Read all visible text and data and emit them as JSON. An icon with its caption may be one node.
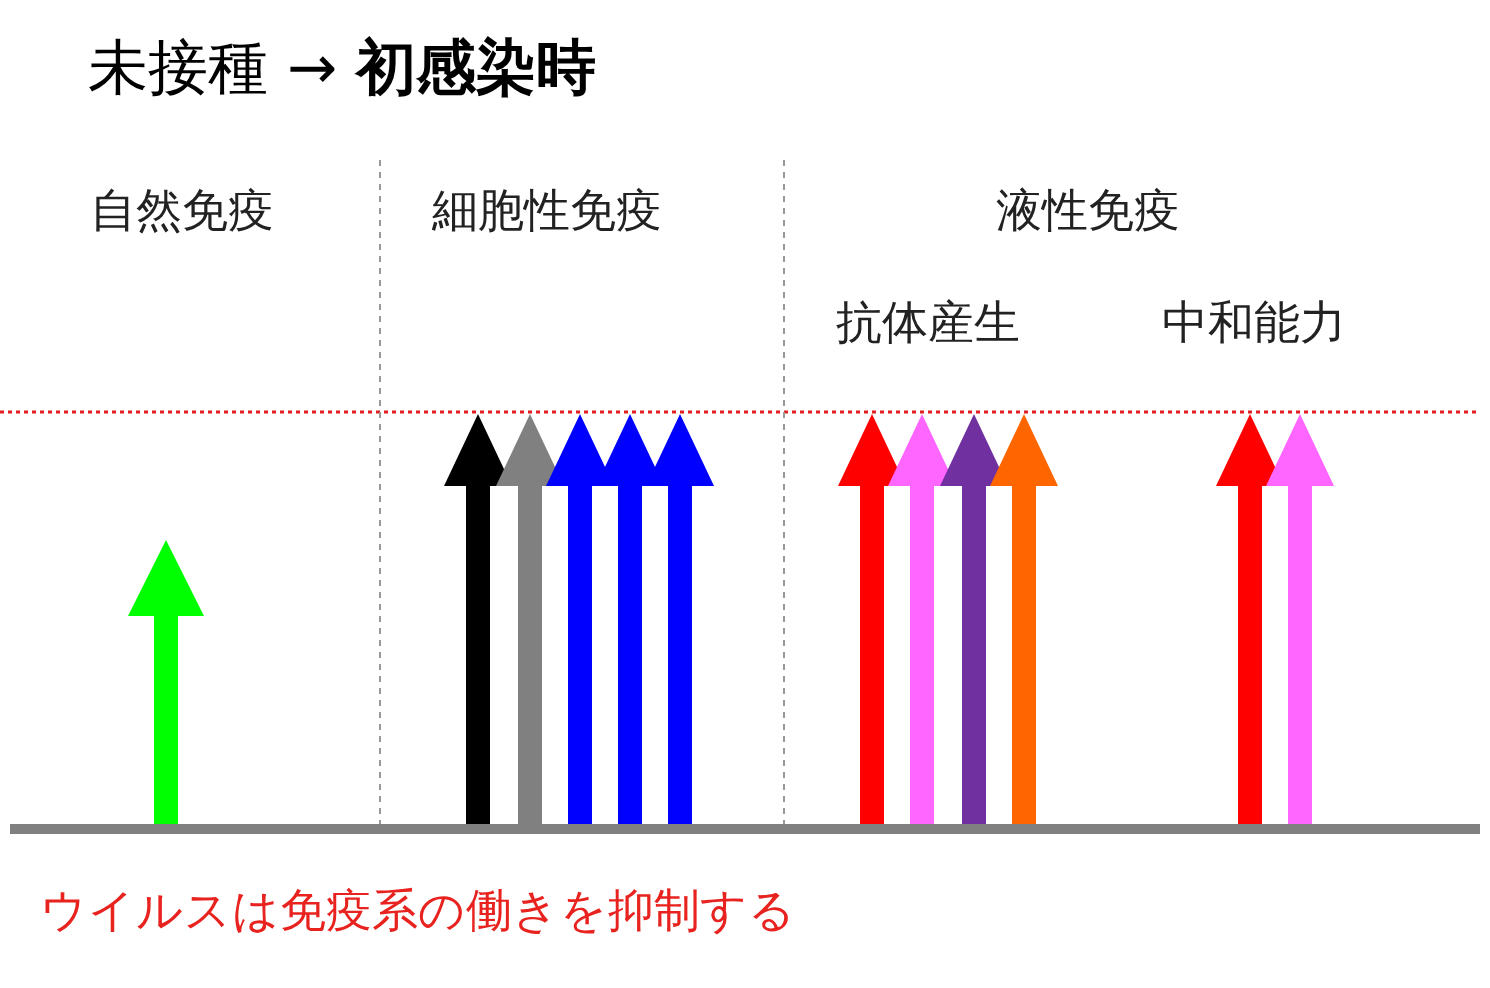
{
  "diagram": {
    "title": "未接種 → **初感染時**",
    "labels": [
      "自然免疫",
      "細胞性免疫",
      "液性免疫",
      "抗体産生",
      "中和能力"
    ],
    "caption": "ウイルスは免疫系の働きを抑制する"
  }
}
